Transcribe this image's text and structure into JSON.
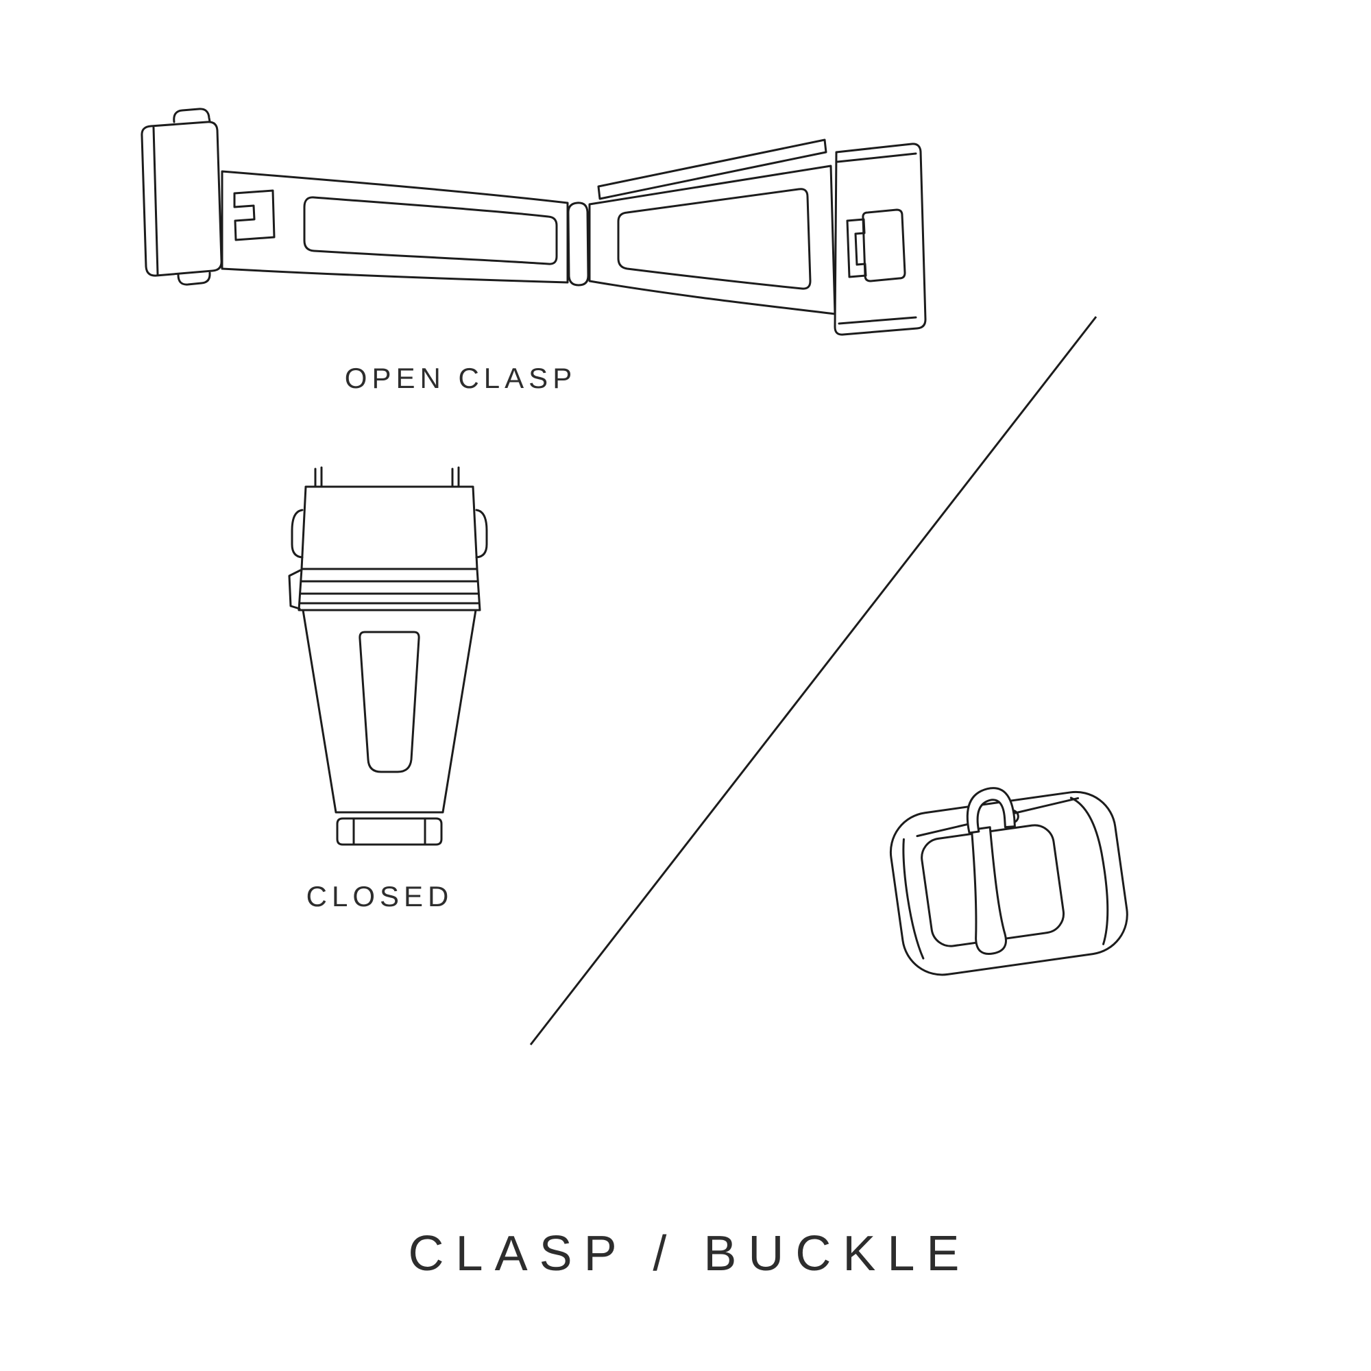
{
  "page": {
    "background": "#ffffff",
    "line_color": "#1c1c1c",
    "text_color": "#2d2d2d"
  },
  "diagram": {
    "open_clasp_label": "OPEN CLASP",
    "closed_label": "CLOSED",
    "title": "CLASP / BUCKLE",
    "illustrations": [
      {
        "icon": "open-clasp-illustration",
        "description": "watch deployant clasp shown open"
      },
      {
        "icon": "closed-clasp-illustration",
        "description": "watch clasp shown closed"
      },
      {
        "icon": "tang-buckle-illustration",
        "description": "watch strap tang buckle"
      }
    ],
    "separator_icon": "diagonal-divider-line"
  }
}
